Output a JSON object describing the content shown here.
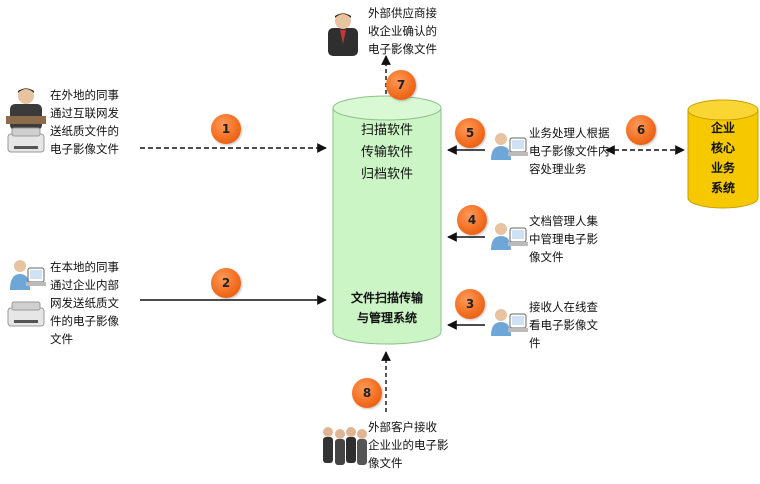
{
  "central_system": {
    "software": [
      "扫描软件",
      "传输软件",
      "归档软件"
    ],
    "name_line1": "文件扫描传输",
    "name_line2": "与管理系统",
    "color": "#ccf5c6"
  },
  "core_system": {
    "lines": [
      "企业",
      "核心",
      "业务",
      "系统"
    ],
    "color": "#f5c800"
  },
  "steps": [
    "1",
    "2",
    "3",
    "4",
    "5",
    "6",
    "7",
    "8"
  ],
  "actors": {
    "remote_colleague": [
      "在外地的同事",
      "通过互联网发",
      "送纸质文件的",
      "电子影像文件"
    ],
    "local_colleague": [
      "在本地的同事",
      "通过企业内部",
      "网发送纸质文",
      "件的电子影像",
      "文件"
    ],
    "external_supplier": [
      "外部供应商接",
      "收企业确认的",
      "电子影像文件"
    ],
    "business_handler": [
      "业务处理人根据",
      "电子影像文件内",
      "容处理业务"
    ],
    "archive_manager": [
      "文档管理人集",
      "中管理电子影",
      "像文件"
    ],
    "recipient": [
      "接收人在线查",
      "看电子影像文",
      "件"
    ],
    "external_customer": [
      "外部客户接收",
      "企业业的电子影",
      "像文件"
    ]
  },
  "icons": [
    "businessman-icon",
    "computer-user-icon",
    "scanner-icon",
    "group-people-icon"
  ]
}
